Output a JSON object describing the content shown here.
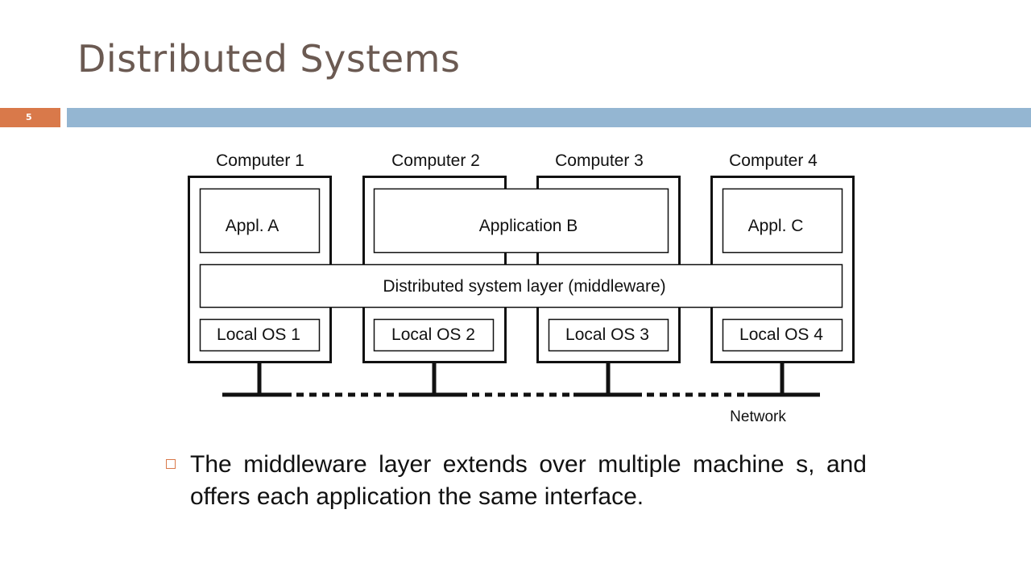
{
  "slide": {
    "title": "Distributed Systems",
    "number": "5"
  },
  "diagram": {
    "computers": [
      "Computer 1",
      "Computer 2",
      "Computer 3",
      "Computer 4"
    ],
    "applications": [
      "Appl. A",
      "Application B",
      "Appl. C"
    ],
    "middleware": "Distributed system layer (middleware)",
    "local_os": [
      "Local OS 1",
      "Local OS 2",
      "Local OS 3",
      "Local OS 4"
    ],
    "network": "Network"
  },
  "bullet": {
    "text": "The middleware layer extends over multiple machine s, and offers each  application the same interface."
  }
}
